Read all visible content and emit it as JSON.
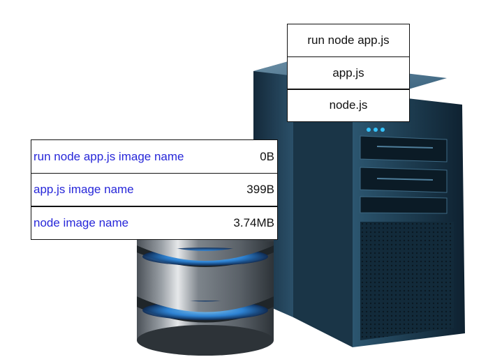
{
  "container_layers": [
    {
      "label": "run node app.js"
    },
    {
      "label": "app.js"
    },
    {
      "label": "node.js"
    }
  ],
  "image_layers": [
    {
      "name": "run node app.js image name",
      "size": "0B"
    },
    {
      "name": "app.js image name",
      "size": "399B"
    },
    {
      "name": "node image name",
      "size": "3.74MB"
    }
  ],
  "colors": {
    "image_name_text": "#2727d9",
    "server_body": "#1e3d52",
    "server_led": "#35c4ff",
    "database_glow": "#2f8de6"
  },
  "icons": [
    "server-tower-icon",
    "database-cylinder-icon"
  ]
}
